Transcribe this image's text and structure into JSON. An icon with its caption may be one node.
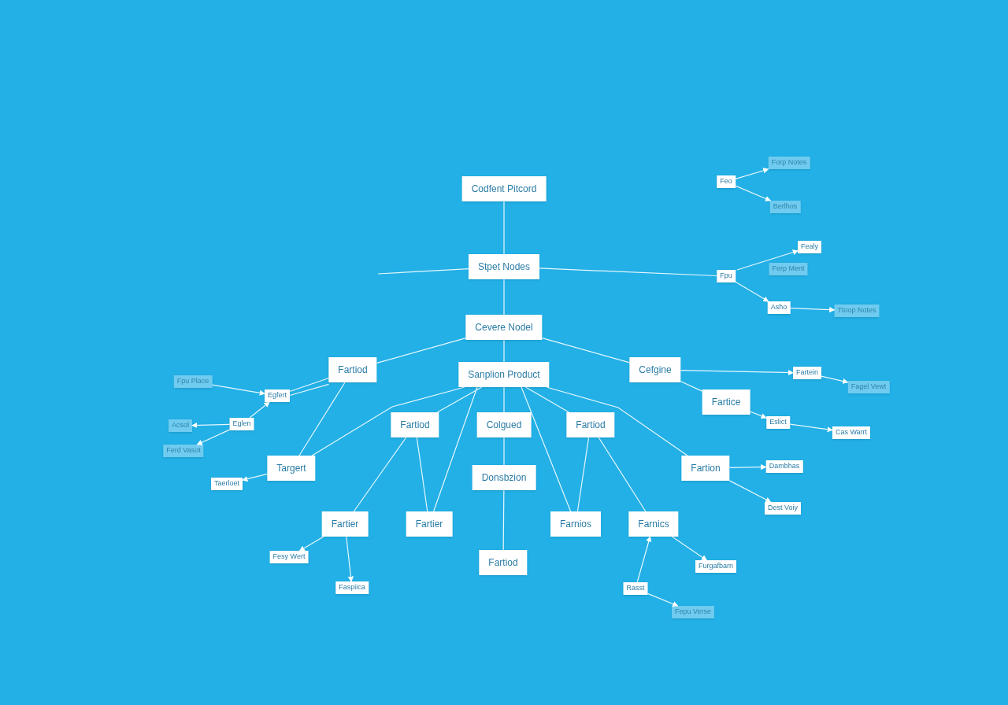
{
  "diagram": {
    "nodes": [
      {
        "text": [
          "Codfent Pitcord"
        ]
      },
      {
        "text": [
          "Stpet Nodes"
        ]
      },
      {
        "text": [
          "Cevere Nodel"
        ]
      },
      {
        "text": [
          "Fartiod"
        ]
      },
      {
        "text": [
          "Sanplion Product"
        ]
      },
      {
        "text": [
          "Cefgine"
        ]
      },
      {
        "text": [
          "Fpu Place"
        ]
      },
      {
        "text": [
          "Egfert"
        ]
      },
      {
        "text": [
          "Fartice"
        ]
      },
      {
        "text": [
          "Acsol"
        ]
      },
      {
        "text": [
          "Eglen"
        ]
      },
      {
        "text": [
          "Ferd Vasot"
        ]
      },
      {
        "text": [
          "Fartiod"
        ]
      },
      {
        "text": [
          "Colgued"
        ]
      },
      {
        "text": [
          "Fartiod"
        ]
      },
      {
        "text": [
          "Targert"
        ]
      },
      {
        "text": [
          "Donsbzion"
        ]
      },
      {
        "text": [
          "Fartion"
        ]
      },
      {
        "text": [
          "Taerloet"
        ]
      },
      {
        "text": [
          "Fartier"
        ]
      },
      {
        "text": [
          "Fartier"
        ]
      },
      {
        "text": [
          "Farnios"
        ]
      },
      {
        "text": [
          "Farnics"
        ]
      },
      {
        "text": [
          "Fartiod"
        ]
      },
      {
        "text": [
          "Fesy Wert"
        ]
      },
      {
        "text": [
          "Faspiica"
        ]
      },
      {
        "text": [
          "Rasst"
        ]
      },
      {
        "text": [
          "Furgafbarn"
        ]
      },
      {
        "text": [
          "Fepu Verse"
        ]
      },
      {
        "text": [
          "Feo"
        ]
      },
      {
        "text": [
          "Forp Notes"
        ]
      },
      {
        "text": [
          "Berlhos"
        ]
      },
      {
        "text": [
          "Fealy"
        ]
      },
      {
        "text": [
          "Fpu"
        ]
      },
      {
        "text": [
          "Ferp Ment"
        ]
      },
      {
        "text": [
          "Asho"
        ]
      },
      {
        "text": [
          "Ttoop Notes"
        ]
      },
      {
        "text": [
          "Fartein"
        ]
      },
      {
        "text": [
          "Fagel Vewt"
        ]
      },
      {
        "text": [
          "Eslict"
        ]
      },
      {
        "text": [
          "Cas Warrt"
        ]
      },
      {
        "text": [
          "Dambhas"
        ]
      },
      {
        "text": [
          "Dest Voiy"
        ]
      }
    ],
    "edges": [
      {
        "from": 0,
        "to": 1,
        "arrow": "none"
      },
      {
        "from": 1,
        "to": 2,
        "arrow": "none"
      },
      {
        "from": 2,
        "to": 4,
        "arrow": "none"
      },
      {
        "from": 1,
        "to": null,
        "arrow": "none"
      },
      {
        "from": 1,
        "to": 33,
        "arrow": "none"
      },
      {
        "from": 2,
        "to": 3,
        "arrow": "none"
      },
      {
        "from": 2,
        "to": 5,
        "arrow": "none"
      },
      {
        "from": 3,
        "to": 7,
        "arrow": "none"
      },
      {
        "from": 3,
        "to": 7,
        "arrow": "none"
      },
      {
        "from": 3,
        "to": 15,
        "arrow": "none"
      },
      {
        "from": 6,
        "to": 7,
        "arrow": "to"
      },
      {
        "from": 10,
        "to": 7,
        "arrow": "to"
      },
      {
        "from": 10,
        "to": 9,
        "arrow": "to"
      },
      {
        "from": 10,
        "to": 11,
        "arrow": "to"
      },
      {
        "from": 4,
        "to": 15,
        "arrow": "none"
      },
      {
        "from": 4,
        "to": 12,
        "arrow": "none"
      },
      {
        "from": 4,
        "to": 20,
        "arrow": "none"
      },
      {
        "from": 4,
        "to": 13,
        "arrow": "none"
      },
      {
        "from": 13,
        "to": 16,
        "arrow": "none"
      },
      {
        "from": 16,
        "to": 23,
        "arrow": "none"
      },
      {
        "from": 4,
        "to": 21,
        "arrow": "none"
      },
      {
        "from": 4,
        "to": 14,
        "arrow": "none"
      },
      {
        "from": 4,
        "to": 17,
        "arrow": "none"
      },
      {
        "from": 12,
        "to": 19,
        "arrow": "none"
      },
      {
        "from": 12,
        "to": 20,
        "arrow": "none"
      },
      {
        "from": 14,
        "to": 21,
        "arrow": "none"
      },
      {
        "from": 14,
        "to": 22,
        "arrow": "none"
      },
      {
        "from": 15,
        "to": 18,
        "arrow": "to"
      },
      {
        "from": 19,
        "to": 24,
        "arrow": "to"
      },
      {
        "from": 19,
        "to": 25,
        "arrow": "to"
      },
      {
        "from": 26,
        "to": 22,
        "arrow": "to"
      },
      {
        "from": 22,
        "to": 27,
        "arrow": "to"
      },
      {
        "from": 26,
        "to": 28,
        "arrow": "to"
      },
      {
        "from": 5,
        "to": 37,
        "arrow": "to"
      },
      {
        "from": 37,
        "to": 38,
        "arrow": "to"
      },
      {
        "from": 5,
        "to": 8,
        "arrow": "none"
      },
      {
        "from": 8,
        "to": 39,
        "arrow": "to"
      },
      {
        "from": 39,
        "to": 40,
        "arrow": "to"
      },
      {
        "from": 17,
        "to": 41,
        "arrow": "to"
      },
      {
        "from": 17,
        "to": 42,
        "arrow": "to"
      },
      {
        "from": 29,
        "to": 30,
        "arrow": "to"
      },
      {
        "from": 29,
        "to": 31,
        "arrow": "to"
      },
      {
        "from": 33,
        "to": 32,
        "arrow": "to"
      },
      {
        "from": 33,
        "to": 35,
        "arrow": "to"
      },
      {
        "from": 35,
        "to": 36,
        "arrow": "to"
      }
    ]
  }
}
